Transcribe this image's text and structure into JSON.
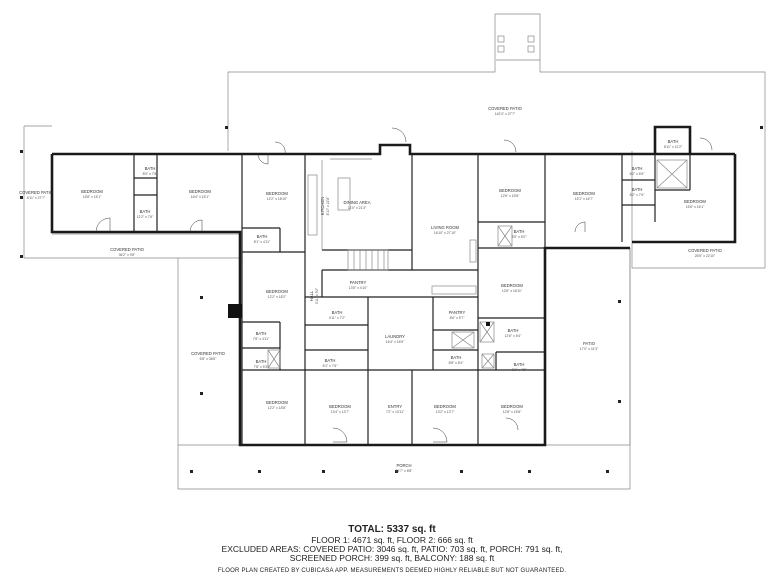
{
  "rooms": [
    {
      "id": "covered-patio-top",
      "name": "COVERED PATIO",
      "dim": "142'4\" x 27'7\""
    },
    {
      "id": "covered-patio-left",
      "name": "COVERED PATIO",
      "dim": "6'11\" x 27'7\""
    },
    {
      "id": "bedroom-1",
      "name": "BEDROOM",
      "dim": "15'8\" x 15'1\""
    },
    {
      "id": "bath-1",
      "name": "BATH",
      "dim": "8'0\" x 7'8\""
    },
    {
      "id": "bath-2",
      "name": "BATH",
      "dim": "12'2\" x 7'6\""
    },
    {
      "id": "bedroom-2",
      "name": "BEDROOM",
      "dim": "16'4\" x 15'1\""
    },
    {
      "id": "covered-patio-mid",
      "name": "COVERED PATIO",
      "dim": "36'2\" x 9'8\""
    },
    {
      "id": "bedroom-3",
      "name": "BEDROOM",
      "dim": "12'2\" x 18'10\""
    },
    {
      "id": "bath-3",
      "name": "BATH",
      "dim": "8'1\" x 4'11\""
    },
    {
      "id": "kitchen",
      "name": "KITCHEN",
      "dim": "8'10\" x 22'8\""
    },
    {
      "id": "dining-area",
      "name": "DINING AREA",
      "dim": "11'0\" x 21'3\""
    },
    {
      "id": "living-room",
      "name": "LIVING ROOM",
      "dim": "16'10\" x 27'10\""
    },
    {
      "id": "bedroom-4",
      "name": "BEDROOM",
      "dim": "12'6\" x 15'8\""
    },
    {
      "id": "bath-4",
      "name": "BATH",
      "dim": "8'5\" x 5'0\""
    },
    {
      "id": "bedroom-5",
      "name": "BEDROOM",
      "dim": "15'1\" x 16'7\""
    },
    {
      "id": "bath-5",
      "name": "BATH",
      "dim": "8'2\" x 6'5\""
    },
    {
      "id": "bath-6",
      "name": "BATH",
      "dim": "8'2\" x 7'6\""
    },
    {
      "id": "bath-7",
      "name": "BATH",
      "dim": "8'11\" x 12'2\""
    },
    {
      "id": "bedroom-6",
      "name": "BEDROOM",
      "dim": "15'6\" x 16'1\""
    },
    {
      "id": "covered-patio-right",
      "name": "COVERED PATIO",
      "dim": "26'5\" x 22'10\""
    },
    {
      "id": "pantry-1",
      "name": "PANTRY",
      "dim": "13'5\" x 4'10\""
    },
    {
      "id": "hall",
      "name": "HALL",
      "dim": "3'11\" x 9'2\""
    },
    {
      "id": "bedroom-7",
      "name": "BEDROOM",
      "dim": "12'2\" x 18'2\""
    },
    {
      "id": "bath-8",
      "name": "BATH",
      "dim": "4'11\" x 7'2\""
    },
    {
      "id": "laundry",
      "name": "LAUNDRY",
      "dim": "16'4\" x 16'5\""
    },
    {
      "id": "pantry-2",
      "name": "PANTRY",
      "dim": "8'6\" x 5'7\""
    },
    {
      "id": "bedroom-8",
      "name": "BEDROOM",
      "dim": "12'6\" x 16'11\""
    },
    {
      "id": "bath-9",
      "name": "BATH",
      "dim": "12'6\" x 6'4\""
    },
    {
      "id": "patio",
      "name": "PATIO",
      "dim": "17'0\" x 41'3\""
    },
    {
      "id": "covered-patio-west",
      "name": "COVERED PATIO",
      "dim": "6'8\" x 36'6\""
    },
    {
      "id": "bath-10",
      "name": "BATH",
      "dim": "7'8\" x 4'11\""
    },
    {
      "id": "bath-11",
      "name": "BATH",
      "dim": "7'8\" x 5'3\""
    },
    {
      "id": "bath-12",
      "name": "BATH",
      "dim": "8'1\" x 7'6\""
    },
    {
      "id": "bath-13",
      "name": "BATH",
      "dim": "8'8\" x 8'4\""
    },
    {
      "id": "bath-14",
      "name": "BATH",
      "dim": "8'1\" x 4'5\""
    },
    {
      "id": "bedroom-9",
      "name": "BEDROOM",
      "dim": "12'2\" x 18'8\""
    },
    {
      "id": "bedroom-10",
      "name": "BEDROOM",
      "dim": "13'4\" x 13'7\""
    },
    {
      "id": "entry",
      "name": "ENTRY",
      "dim": "7'2\" x 13'11\""
    },
    {
      "id": "bedroom-11",
      "name": "BEDROOM",
      "dim": "13'2\" x 13'7\""
    },
    {
      "id": "bedroom-12",
      "name": "BEDROOM",
      "dim": "12'8\" x 15'8\""
    },
    {
      "id": "porch",
      "name": "PORCH",
      "dim": "84'7\" x 8'8\""
    }
  ],
  "summary": {
    "total": "TOTAL: 5337 sq. ft",
    "floor1": "FLOOR 1: 4671 sq. ft, FLOOR 2: 666 sq. ft",
    "excluded": "EXCLUDED AREAS: COVERED PATIO: 3046 sq. ft, PATIO: 703 sq. ft, PORCH: 791 sq. ft,",
    "screened": "SCREENED PORCH: 399 sq. ft, BALCONY: 188 sq. ft",
    "credit": "FLOOR PLAN CREATED BY CUBICASA APP. MEASUREMENTS DEEMED HIGHLY RELIABLE BUT NOT GUARANTEED."
  }
}
